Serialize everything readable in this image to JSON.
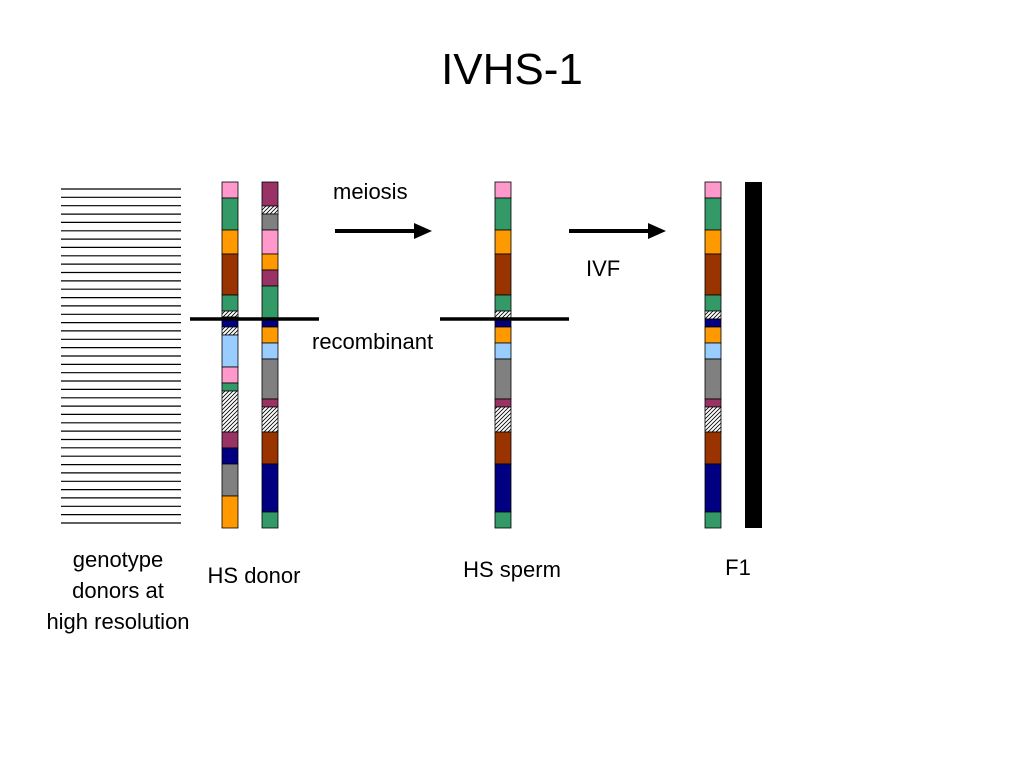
{
  "title": "IVHS-1",
  "labels": {
    "meiosis": "meiosis",
    "ivf": "IVF",
    "recombinant": "recombinant",
    "genotype_lines": [
      "genotype",
      "donors at",
      "high resolution"
    ],
    "hs_donor": "HS donor",
    "hs_sperm": "HS sperm",
    "f1": "F1"
  },
  "colors": {
    "pink": "#ff99cc",
    "green": "#339966",
    "orange": "#ff9900",
    "brown": "#993300",
    "navy": "#000080",
    "lightblue": "#99ccff",
    "grey": "#808080",
    "plum": "#993366",
    "black": "#000000"
  },
  "chromosomes": [
    {
      "id": "donor-chromosome-1",
      "segments": [
        "pink",
        "green",
        "orange",
        "brown",
        "green",
        "hatched",
        "navy",
        "hatched",
        "lightblue",
        "pink",
        "green",
        "hatched",
        "plum",
        "navy",
        "grey",
        "orange"
      ]
    },
    {
      "id": "donor-chromosome-2",
      "segments": [
        "plum",
        "hatched",
        "grey",
        "pink",
        "orange",
        "plum",
        "green",
        "navy",
        "orange",
        "lightblue",
        "grey",
        "plum",
        "hatched",
        "brown",
        "navy",
        "green"
      ]
    },
    {
      "id": "sperm-chromosome",
      "segments": [
        "pink",
        "green",
        "orange",
        "brown",
        "green",
        "hatched",
        "navy",
        "orange",
        "lightblue",
        "grey",
        "plum",
        "hatched",
        "brown",
        "navy",
        "green"
      ]
    },
    {
      "id": "f1-chromosome",
      "segments": [
        "pink",
        "green",
        "orange",
        "brown",
        "green",
        "hatched",
        "navy",
        "orange",
        "lightblue",
        "grey",
        "plum",
        "hatched",
        "brown",
        "navy",
        "green"
      ]
    },
    {
      "id": "f1-black-chromosome",
      "segments": [
        "black"
      ]
    }
  ]
}
